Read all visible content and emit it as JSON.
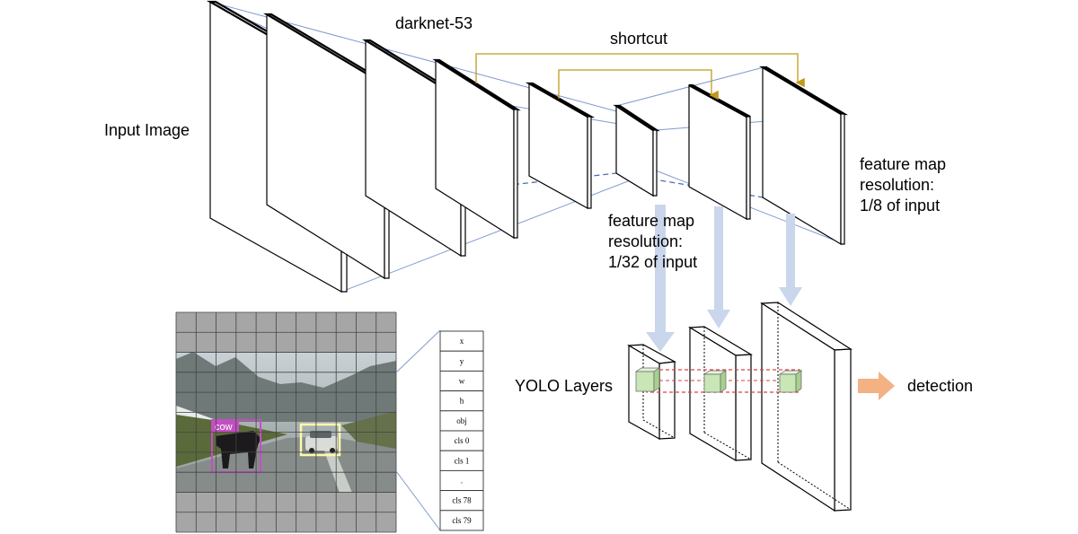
{
  "labels": {
    "darknet": "darknet-53",
    "shortcut": "shortcut",
    "input_image": "Input Image",
    "yolo_layers": "YOLO Layers",
    "detection": "detection",
    "fm_small": [
      "feature map",
      "resolution:",
      "1/32 of input"
    ],
    "fm_large": [
      "feature map",
      "resolution:",
      "1/8 of input"
    ]
  },
  "image": {
    "label": "cow",
    "grid_rows": 11,
    "grid_cols": 11
  },
  "vector": [
    "x",
    "y",
    "w",
    "h",
    "obj",
    "cls 0",
    "cls 1",
    ".",
    "cls 78",
    "cls 79"
  ],
  "colors": {
    "perspective": "#7d9bd0",
    "shortcut": "#c09a1a",
    "down_arrow": "#c9d6ec",
    "detection_arrow": "#f4b183",
    "cow_box": "#c34fc3",
    "car_box": "#fff9a8",
    "grid_cell": "#c8e6b6",
    "connector": "#e04040"
  }
}
